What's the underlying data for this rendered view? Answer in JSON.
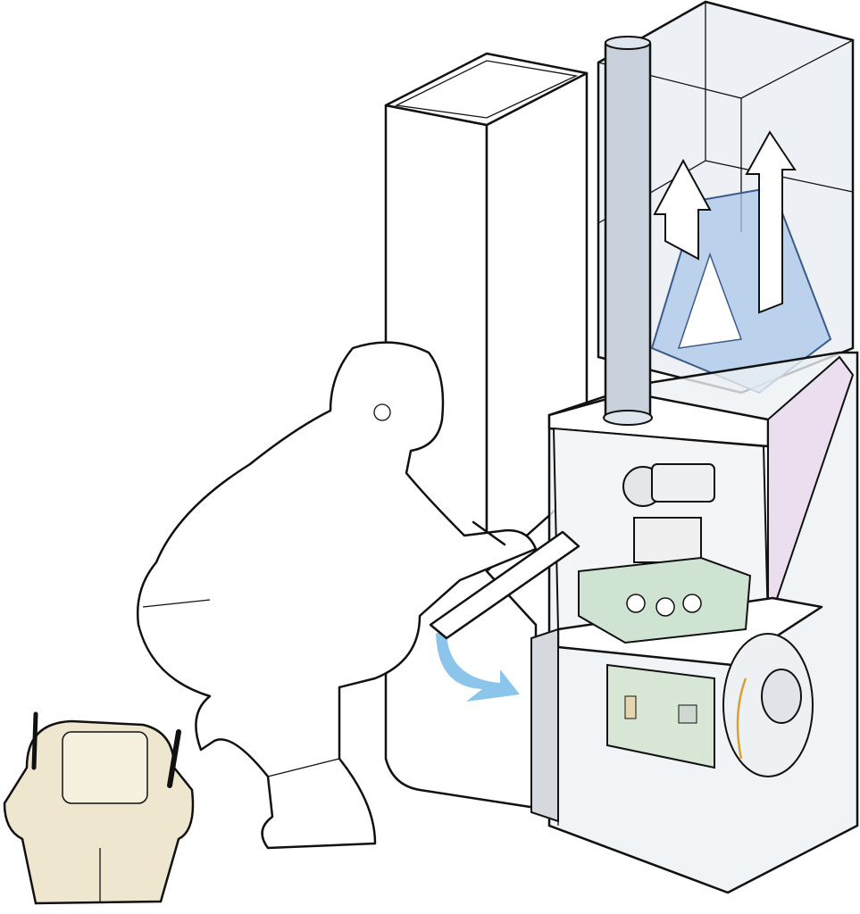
{
  "illustration": {
    "colors": {
      "line": "#111111",
      "glass": "#e6eaef",
      "coil": "#a9c7ea",
      "heat_exchanger": "#e8d8ee",
      "burner": "#cfe3d3",
      "airflow_arrow": "#6fb6e6",
      "tool_bag": "#efe6cf",
      "flue_pipe": "#c9d1dc"
    },
    "icons": [
      "technician-figure",
      "clipboard",
      "tool-bag",
      "furnace",
      "evaporator-coil",
      "flue-pipe",
      "return-duct",
      "airflow-arrow"
    ]
  }
}
